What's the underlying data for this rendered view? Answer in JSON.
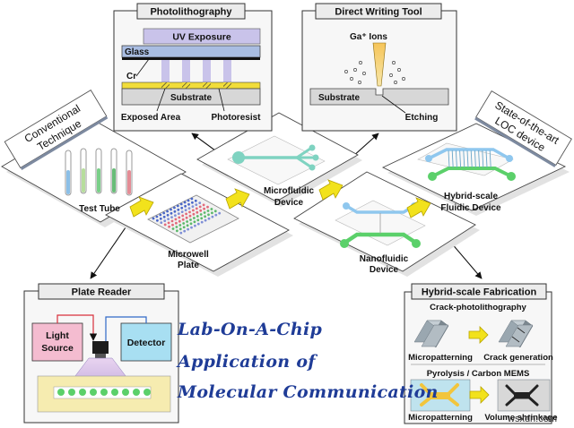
{
  "title_lines": [
    "Lab-On-A-Chip",
    "Application of",
    "Molecular Communication"
  ],
  "watermark": "wsxdn.com",
  "stages": {
    "conventional": "Conventional Technique",
    "state_of_art": "State-of-the-art LOC device",
    "test_tube": "Test Tube",
    "microwell": [
      "Microwell",
      "Plate"
    ],
    "microfluidic": [
      "Microfluidic",
      "Device"
    ],
    "nanofluidic": [
      "Nanofluidic",
      "Device"
    ],
    "hybrid": [
      "Hybrid-scale",
      "Fluidic Device"
    ]
  },
  "photolithography": {
    "title": "Photolithography",
    "uv": "UV Exposure",
    "glass": "Glass",
    "cr": "Cr",
    "substrate": "Substrate",
    "exposed": "Exposed Area",
    "photoresist": "Photoresist"
  },
  "direct_writing": {
    "title": "Direct Writing Tool",
    "ga": "Ga⁺ Ions",
    "substrate": "Substrate",
    "etching": "Etching"
  },
  "plate_reader": {
    "title": "Plate Reader",
    "light": [
      "Light",
      "Source"
    ],
    "detector": "Detector"
  },
  "hybrid_fab": {
    "title": "Hybrid-scale Fabrication",
    "crack_title": "Crack-photolithography",
    "micro1": "Micropatterning",
    "crack_gen": "Crack generation",
    "pyro_title": "Pyrolysis / Carbon MEMS",
    "micro2": "Micropatterning",
    "volume": "Volume shrinkage"
  },
  "colors": {
    "title": "#1f3c97",
    "uv": "#c9c3ea",
    "arrow": "#f2e21c",
    "light_box": "#f4bcd0",
    "detector_box": "#a8dff2",
    "green": "#5bd06a",
    "blue": "#8fc7ee"
  }
}
